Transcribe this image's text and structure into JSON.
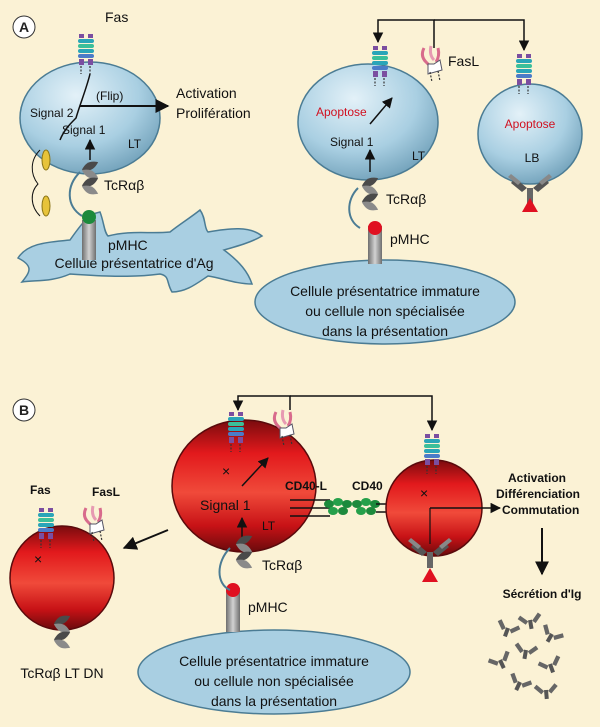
{
  "panel_a": {
    "tag": "A",
    "fas": "Fas",
    "flip": "(Flip)",
    "signal2": "Signal 2",
    "signal1": "Signal 1",
    "activation": "Activation",
    "proliferation": "Prolifération",
    "lt": "LT",
    "tcr": "TcRαβ",
    "pmhc": "pMHC",
    "apc": "Cellule présentatrice d'Ag",
    "fasl": "FasL",
    "apoptose": "Apoptose",
    "lb": "LB",
    "immature_line1": "Cellule présentatrice immature",
    "immature_line2": "ou cellule non spécialisée",
    "immature_line3": "dans la présentation"
  },
  "panel_b": {
    "tag": "B",
    "fas": "Fas",
    "fasl": "FasL",
    "signal1": "Signal 1",
    "cd40l": "CD40-L",
    "cd40": "CD40",
    "lt": "LT",
    "tcr": "TcRαβ",
    "pmhc": "pMHC",
    "ltdn": "TcRαβ LT DN",
    "activation": "Activation",
    "differenciation": "Différenciation",
    "commutation": "Commutation",
    "secretion": "Sécrétion d'Ig",
    "immature_line1": "Cellule présentatrice immature",
    "immature_line2": "ou cellule non spécialisée",
    "immature_line3": "dans la présentation"
  },
  "colors": {
    "background": "#fbf2d5",
    "cell_blue": "#a9cfe2",
    "cell_red": "#d41418",
    "apoptose_red": "#d01020",
    "mhc_green": "#1c8a3c",
    "antigen_red": "#e01020"
  }
}
